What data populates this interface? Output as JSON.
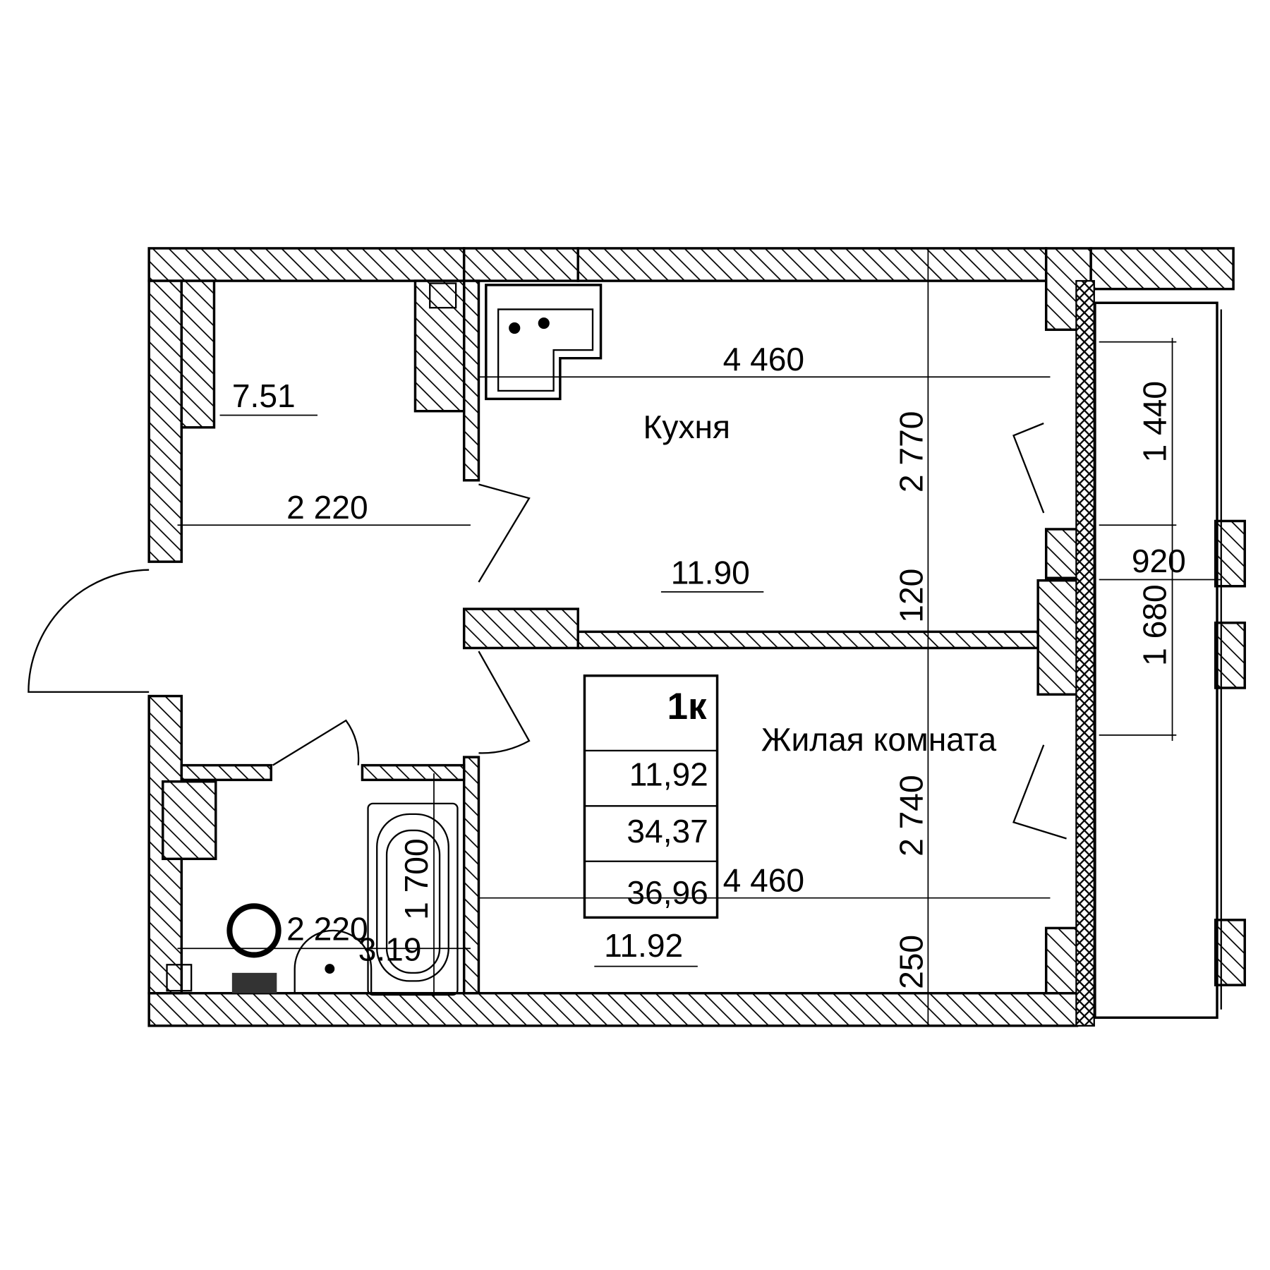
{
  "plan": {
    "apartment_type": "1к",
    "areas_table": [
      "11,92",
      "34,37",
      "36,96"
    ],
    "rooms": {
      "hall_area": "7.51",
      "kitchen_name": "Кухня",
      "kitchen_area": "11.90",
      "living_name": "Жилая комната",
      "living_area": "11.92",
      "bath_area": "3.19"
    },
    "dimensions": {
      "hall_width": "2 220",
      "kitchen_width": "4 460",
      "kitchen_depth": "2 770",
      "partition": "120",
      "living_width": "4 460",
      "living_depth": "2 740",
      "outer_wall": "250",
      "bath_width": "2 220",
      "bathtub_length": "1 700",
      "window_top": "1 440",
      "balcony_depth": "920",
      "window_bottom": "1 680"
    },
    "colors": {
      "line": "#000000",
      "background": "#ffffff"
    }
  }
}
